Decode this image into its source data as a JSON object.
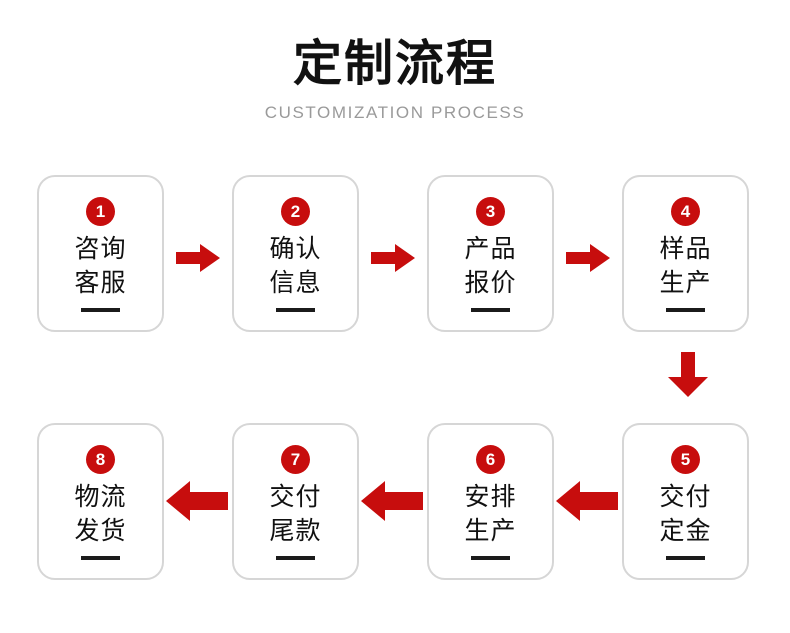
{
  "header": {
    "title": "定制流程",
    "subtitle": "CUSTOMIZATION PROCESS"
  },
  "colors": {
    "accent_red": "#c70d0d",
    "card_border": "#d6d6d6",
    "text_dark": "#111111",
    "subtitle_gray": "#9a9a9a",
    "rule_black": "#1b1b1b",
    "background": "#ffffff"
  },
  "steps": [
    {
      "number": "1",
      "line1": "咨询",
      "line2": "客服"
    },
    {
      "number": "2",
      "line1": "确认",
      "line2": "信息"
    },
    {
      "number": "3",
      "line1": "产品",
      "line2": "报价"
    },
    {
      "number": "4",
      "line1": "样品",
      "line2": "生产"
    },
    {
      "number": "5",
      "line1": "交付",
      "line2": "定金"
    },
    {
      "number": "6",
      "line1": "安排",
      "line2": "生产"
    },
    {
      "number": "7",
      "line1": "交付",
      "line2": "尾款"
    },
    {
      "number": "8",
      "line1": "物流",
      "line2": "发货"
    }
  ],
  "connectors": [
    {
      "id": "1-to-2",
      "direction": "right"
    },
    {
      "id": "2-to-3",
      "direction": "right"
    },
    {
      "id": "3-to-4",
      "direction": "right"
    },
    {
      "id": "4-to-5",
      "direction": "down"
    },
    {
      "id": "5-to-6",
      "direction": "left"
    },
    {
      "id": "6-to-7",
      "direction": "left"
    },
    {
      "id": "7-to-8",
      "direction": "left"
    }
  ]
}
